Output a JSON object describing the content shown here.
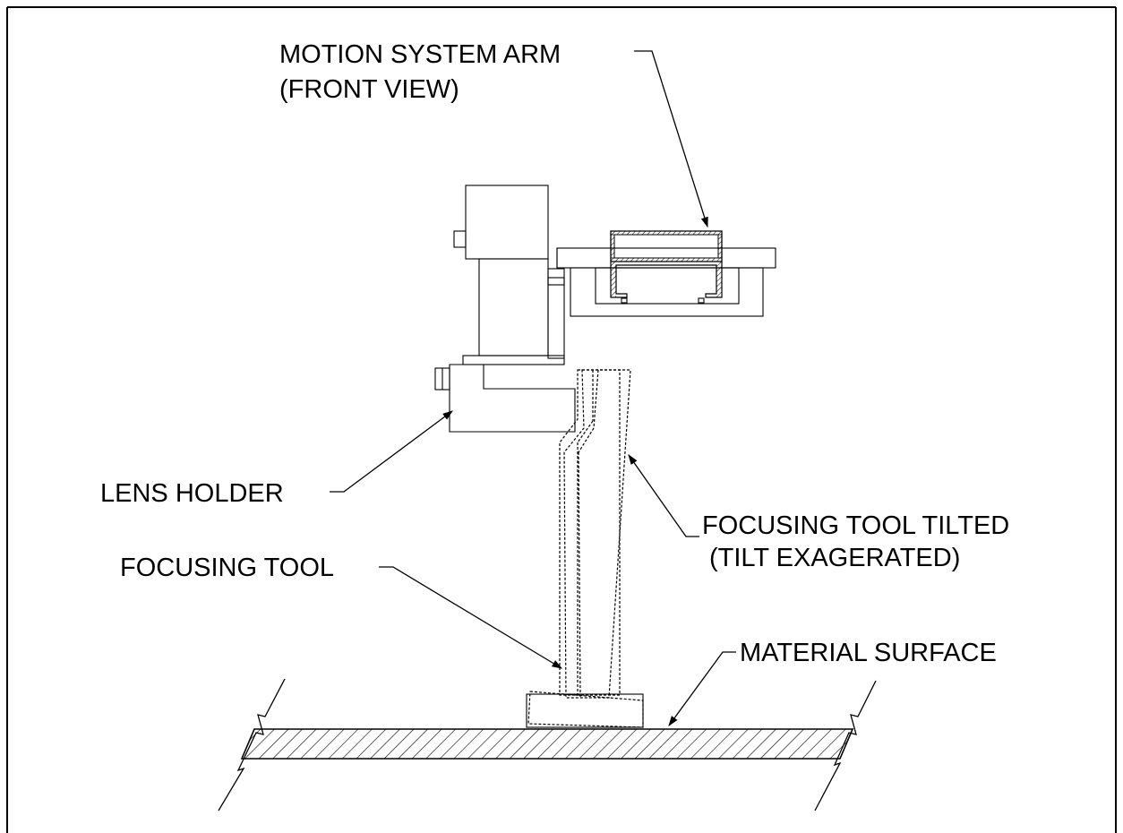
{
  "labels": {
    "motion_arm_line1": "MOTION SYSTEM ARM",
    "motion_arm_line2": "(FRONT VIEW)",
    "lens_holder": "LENS HOLDER",
    "focusing_tool_tilted_line1": "FOCUSING TOOL TILTED",
    "focusing_tool_tilted_line2": "(TILT EXAGERATED)",
    "focusing_tool": "FOCUSING TOOL",
    "material_surface": "MATERIAL SURFACE"
  },
  "colors": {
    "line": "#000000",
    "background": "#ffffff"
  }
}
